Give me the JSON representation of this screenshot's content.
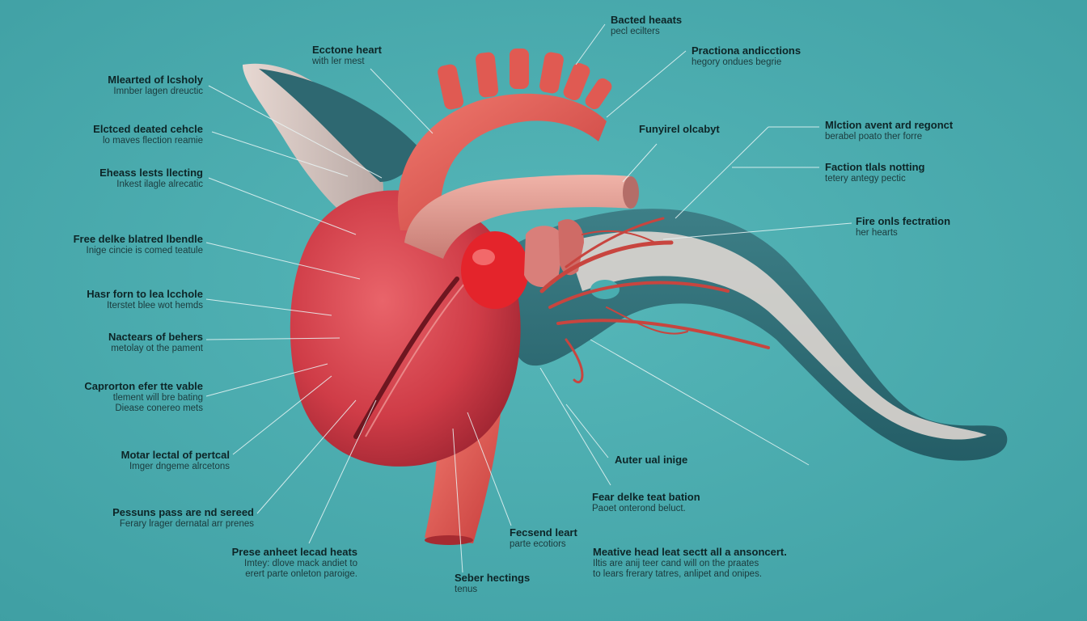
{
  "colors": {
    "background": "#49adb0",
    "heart": "#d9434a",
    "heart_dark": "#9d2430",
    "artery": "#e0584f",
    "vessel_teal": "#2f6f78",
    "leader": "#eaf6f6",
    "text": "#0d2527"
  },
  "labels": {
    "l1": {
      "title": "Mlearted of lcsholy",
      "sub": "Imnber lagen dreuctic"
    },
    "l2": {
      "title": "Elctced deated cehcle",
      "sub": "lo maves flection reamie"
    },
    "l3": {
      "title": "Eheass lests llecting",
      "sub": "Inkest ilagle alrecatic"
    },
    "l4": {
      "title": "Free delke blatred lbendle",
      "sub": "Inige cincie is comed teatule"
    },
    "l5": {
      "title": "Hasr forn to lea lcchole",
      "sub": "Iterstet blee wot hemds"
    },
    "l6": {
      "title": "Nactears of behers",
      "sub": "metolay ot the pament"
    },
    "l7": {
      "title": "Caprorton efer tte vable",
      "sub": "tlement will bre bating",
      "sub2": "Diease conereo mets"
    },
    "l8": {
      "title": "Motar lectal of pertcal",
      "sub": "Imger dngeme alrcetons"
    },
    "l9": {
      "title": "Pessuns pass are nd sereed",
      "sub": "Ferary lrager dernatal arr prenes"
    },
    "b1": {
      "title": "Prese anheet lecad heats",
      "sub": "Imtey: dlove mack andiet to",
      "sub2": "erert parte onleton paroige."
    },
    "b2": {
      "title": "Seber hectings",
      "sub": "tenus"
    },
    "b3": {
      "title": "Fecsend leart",
      "sub": "parte ecotiors"
    },
    "t1": {
      "title": "Ecctone heart",
      "sub": "with ler mest"
    },
    "t2": {
      "title": "Bacted heaats",
      "sub": "pecl ecilters"
    },
    "r1": {
      "title": "Practiona andicctions",
      "sub": "hegory ondues begrie"
    },
    "r2": {
      "title": "Funyirel olcabyt"
    },
    "r3": {
      "title": "Mlction avent ard regonct",
      "sub": "berabel poato ther forre"
    },
    "r4": {
      "title": "Faction tlals notting",
      "sub": "tetery antegy pectic"
    },
    "r5": {
      "title": "Fire onls fectration",
      "sub": "her hearts"
    },
    "r6": {
      "title": "Auter ual inige"
    },
    "r7": {
      "title": "Fear delke teat bation",
      "sub": "Paoet onterond beluct."
    },
    "r8": {
      "title": "Meative head leat sectt all a ansoncert.",
      "sub": "Iltis are anij teer cand will on the praates",
      "sub2": "to lears frerary tatres, anlipet and onipes."
    }
  }
}
